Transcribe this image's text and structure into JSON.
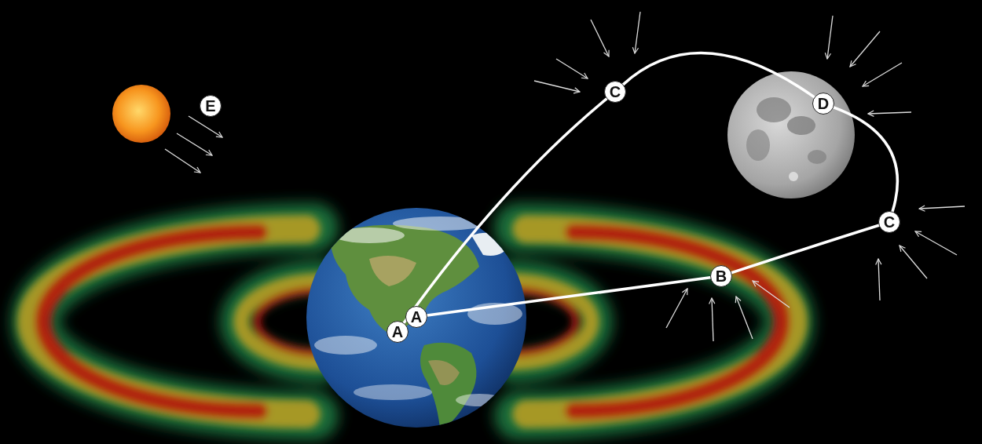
{
  "diagram": {
    "nodes": [
      {
        "text": [
          "C"
        ]
      },
      {
        "text": [
          "D"
        ]
      },
      {
        "text": [
          "E"
        ]
      },
      {
        "text": [
          "C"
        ]
      },
      {
        "text": [
          "B"
        ]
      },
      {
        "text": [
          "A"
        ]
      },
      {
        "text": [
          "A"
        ]
      }
    ],
    "edges": [
      {
        "from": 6,
        "to": 0,
        "arrow": "none"
      },
      {
        "from": 0,
        "to": 1,
        "arrow": "none"
      },
      {
        "from": 1,
        "to": 3,
        "arrow": "none"
      },
      {
        "from": 3,
        "to": 4,
        "arrow": "none"
      },
      {
        "from": 4,
        "to": 5,
        "arrow": "none"
      }
    ]
  }
}
